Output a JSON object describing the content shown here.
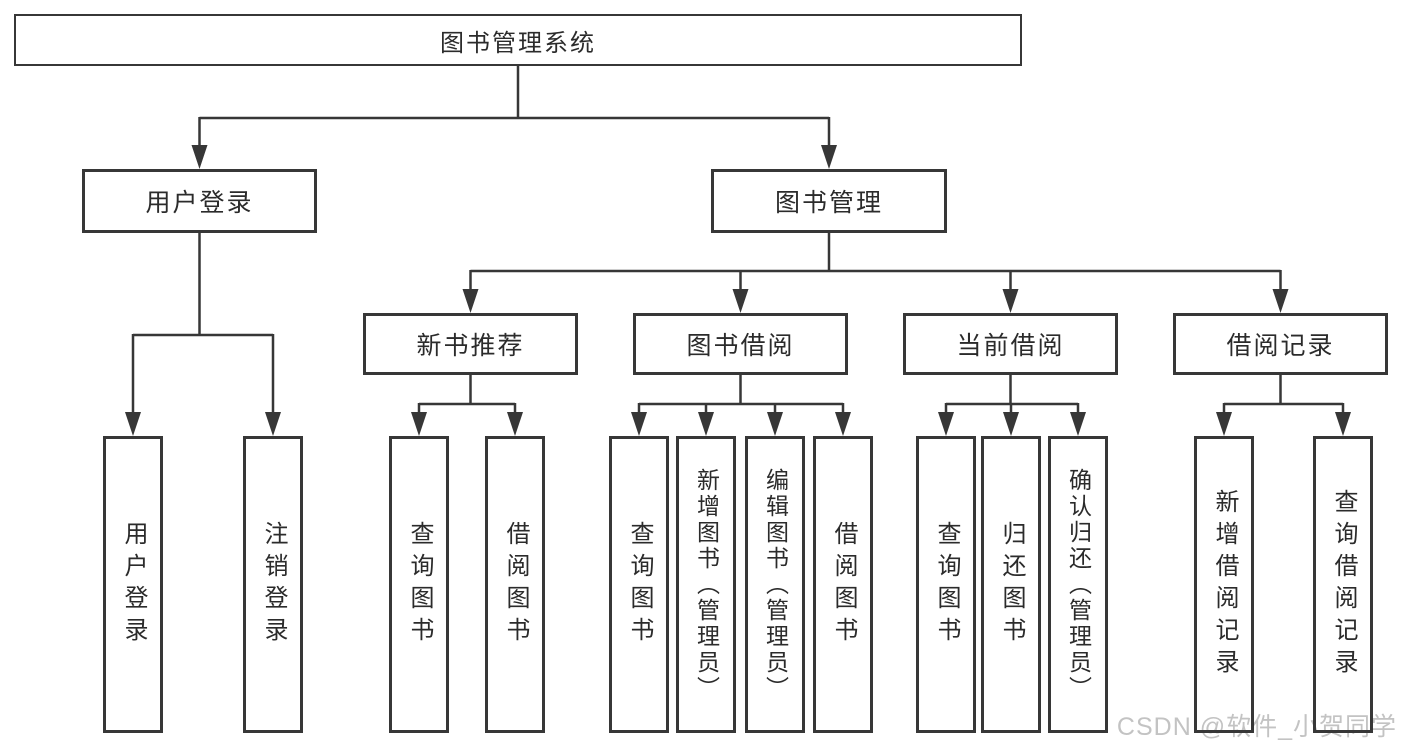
{
  "diagram": {
    "title": "图书管理系统",
    "branches": {
      "user_login": {
        "label": "用户登录",
        "leaves": {
          "login": "用户登录",
          "logout": "注销登录"
        }
      },
      "book_mgmt": {
        "label": "图书管理",
        "sections": {
          "new_book_rec": {
            "label": "新书推荐",
            "leaves": {
              "query_book": "查询图书",
              "borrow_book": "借阅图书"
            }
          },
          "book_borrow": {
            "label": "图书借阅",
            "leaves": {
              "query_book": "查询图书",
              "add_book": "新增图书（管理员）",
              "edit_book": "编辑图书（管理员）",
              "borrow_book": "借阅图书"
            }
          },
          "current_borrow": {
            "label": "当前借阅",
            "leaves": {
              "query_book": "查询图书",
              "return_book": "归还图书",
              "confirm_return": "确认归还（管理员）"
            }
          },
          "borrow_records": {
            "label": "借阅记录",
            "leaves": {
              "add_record": "新增借阅记录",
              "query_record": "查询借阅记录"
            }
          }
        }
      }
    }
  },
  "watermark": {
    "text": "CSDN @软件_小贺同学"
  },
  "colors": {
    "line": "#373737",
    "text": "#2b2b2b",
    "watermark": "#c3c3c3",
    "background": "#ffffff"
  }
}
